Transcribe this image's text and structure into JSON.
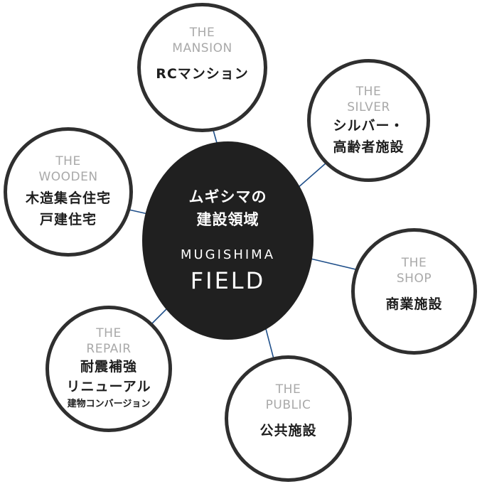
{
  "center": {
    "title_line1": "ムギシマの",
    "title_line2": "建設領域",
    "en_line1": "MUGISHIMA",
    "en_line2": "FIELD"
  },
  "nodes": {
    "mansion": {
      "en1": "THE",
      "en2": "MANSION",
      "jp1": "RCマンション"
    },
    "silver": {
      "en1": "THE",
      "en2": "SILVER",
      "jp1": "シルバー・",
      "jp2": "高齢者施設"
    },
    "wooden": {
      "en1": "THE",
      "en2": "WOODEN",
      "jp1": "木造集合住宅",
      "jp2": "戸建住宅"
    },
    "shop": {
      "en1": "THE",
      "en2": "SHOP",
      "jp1": "商業施設"
    },
    "repair": {
      "en1": "THE",
      "en2": "REPAIR",
      "jp1": "耐震補強",
      "jp2": "リニューアル",
      "jp3": "建物コンバージョン"
    },
    "public": {
      "en1": "THE",
      "en2": "PUBLIC",
      "jp1": "公共施設"
    }
  },
  "colors": {
    "link": "#1f4f8a",
    "ring": "#2f2f2f",
    "center": "#202020",
    "en_text": "#a9a9a9"
  }
}
